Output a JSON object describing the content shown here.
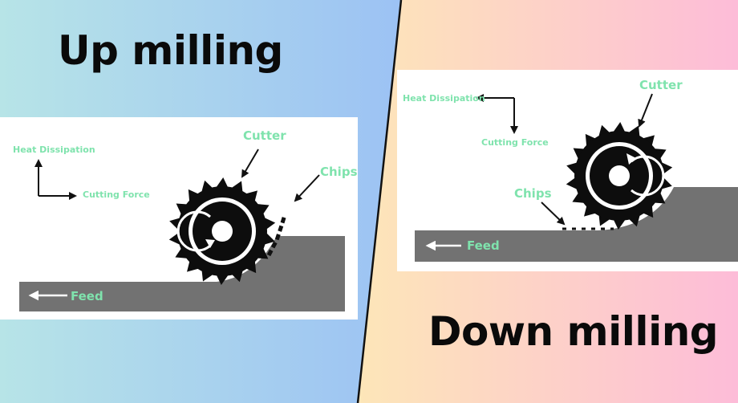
{
  "up": {
    "title": "Up milling",
    "labels": {
      "heat": "Heat Dissipation",
      "force": "Cutting Force",
      "cutter": "Cutter",
      "chips": "Chips",
      "feed": "Feed"
    }
  },
  "down": {
    "title": "Down milling",
    "labels": {
      "heat": "Heat Dissipation",
      "force": "Cutting Force",
      "cutter": "Cutter",
      "chips": "Chips",
      "feed": "Feed"
    }
  },
  "colors": {
    "label": "#7fe3ad",
    "workpiece": "#727272",
    "cutter": "#0d0d0d"
  }
}
